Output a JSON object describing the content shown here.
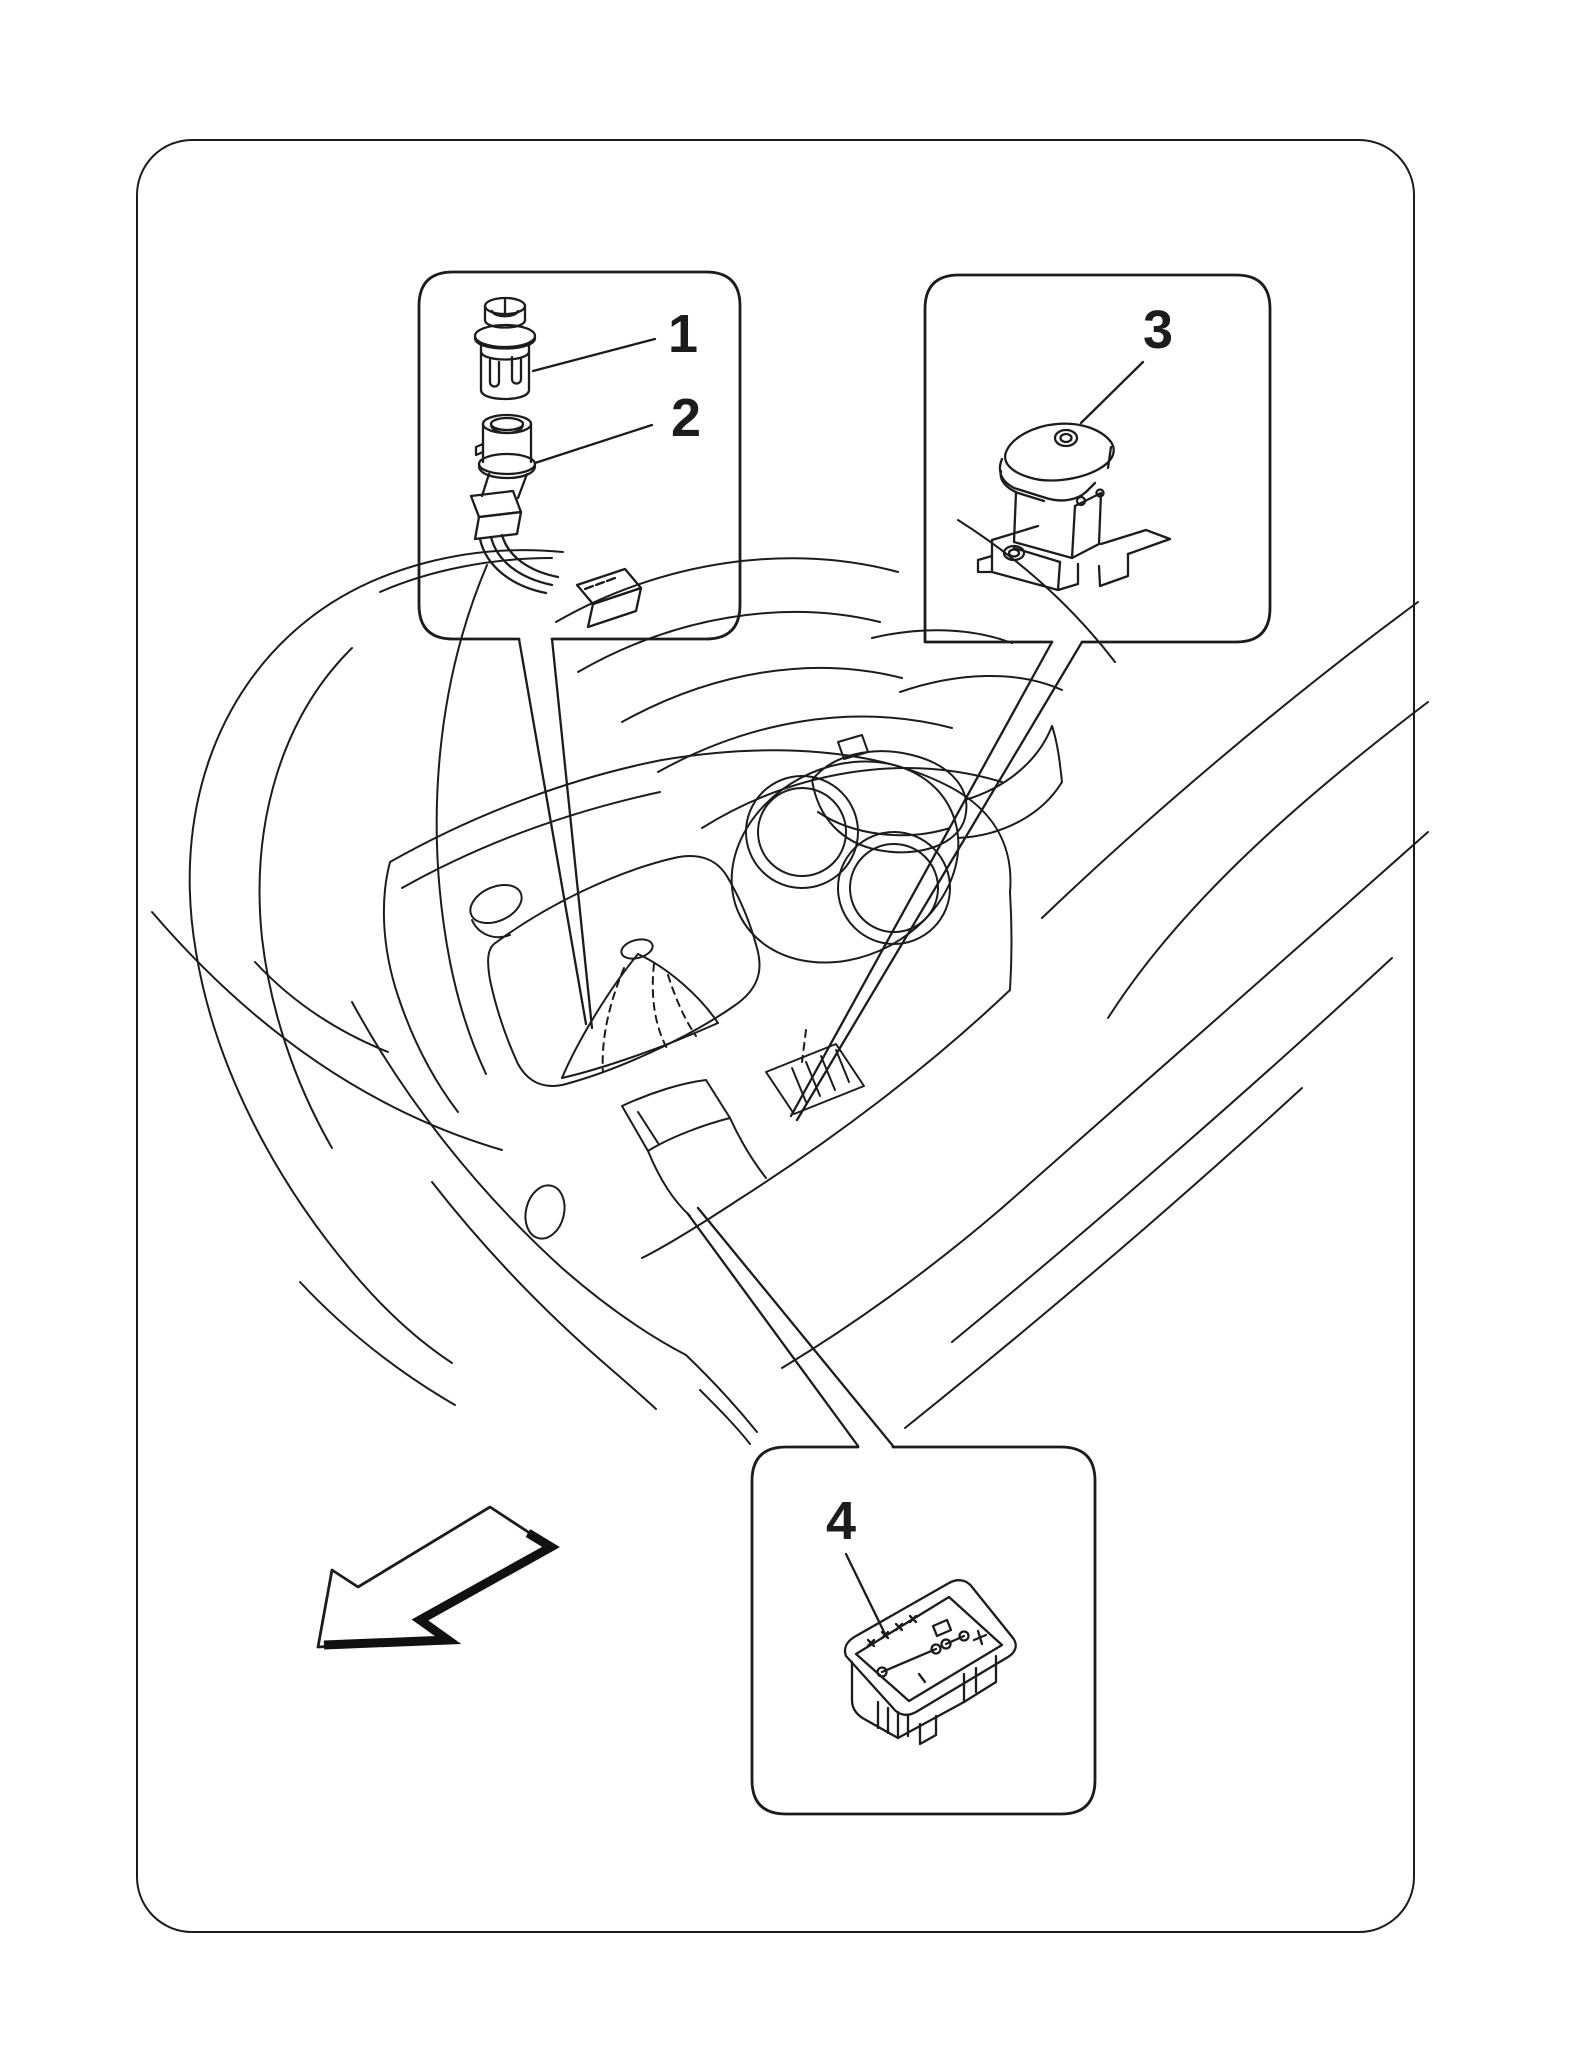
{
  "page": {
    "background_color": "#ffffff",
    "line_color": "#1c1c1c",
    "figure_type": "exploded-parts-callout-line-drawing",
    "subject": "car-center-console-switches"
  },
  "callouts": [
    {
      "label": "1",
      "part": "cigarette-lighter-plug"
    },
    {
      "label": "2",
      "part": "lighter-socket-with-wiring-harness"
    },
    {
      "label": "3",
      "part": "console-push-switch"
    },
    {
      "label": "4",
      "part": "console-switch-panel"
    }
  ],
  "arrow": {
    "meaning": "front-of-vehicle-direction-arrow"
  }
}
